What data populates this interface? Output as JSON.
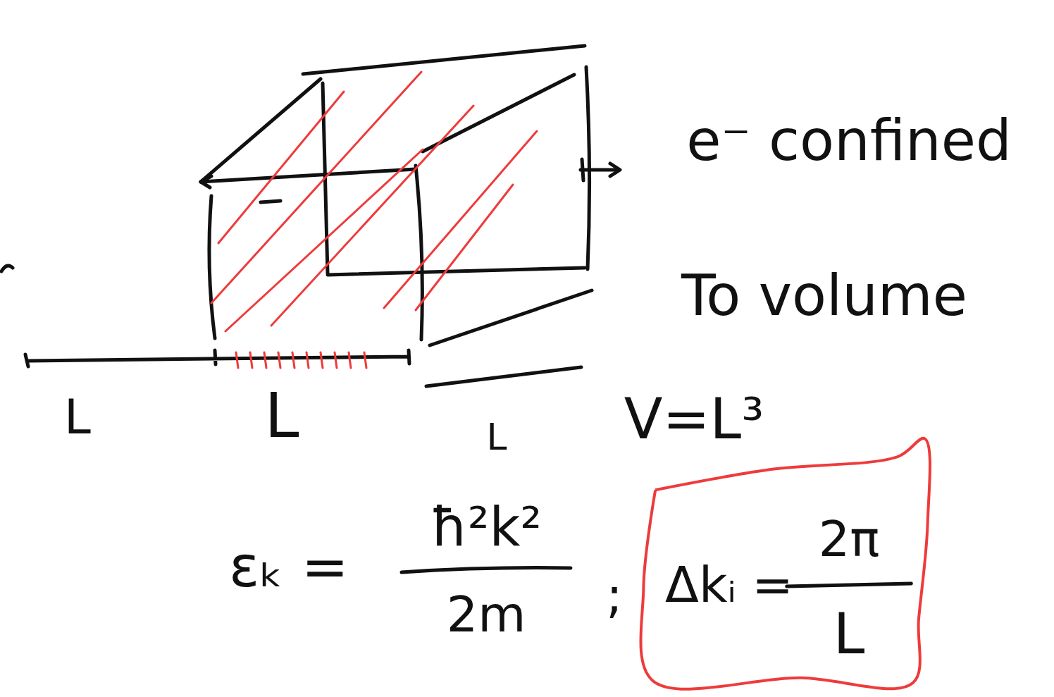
{
  "diagram": {
    "nodes": [
      {
        "text": [
          "Δkᵢ =",
          "2π",
          "L"
        ]
      }
    ],
    "labels": [
      "L",
      "L",
      "L",
      "e⁻ confined",
      "To volume",
      "V=L³",
      "εₖ =",
      "ħ²k²",
      "2m",
      ";"
    ]
  }
}
